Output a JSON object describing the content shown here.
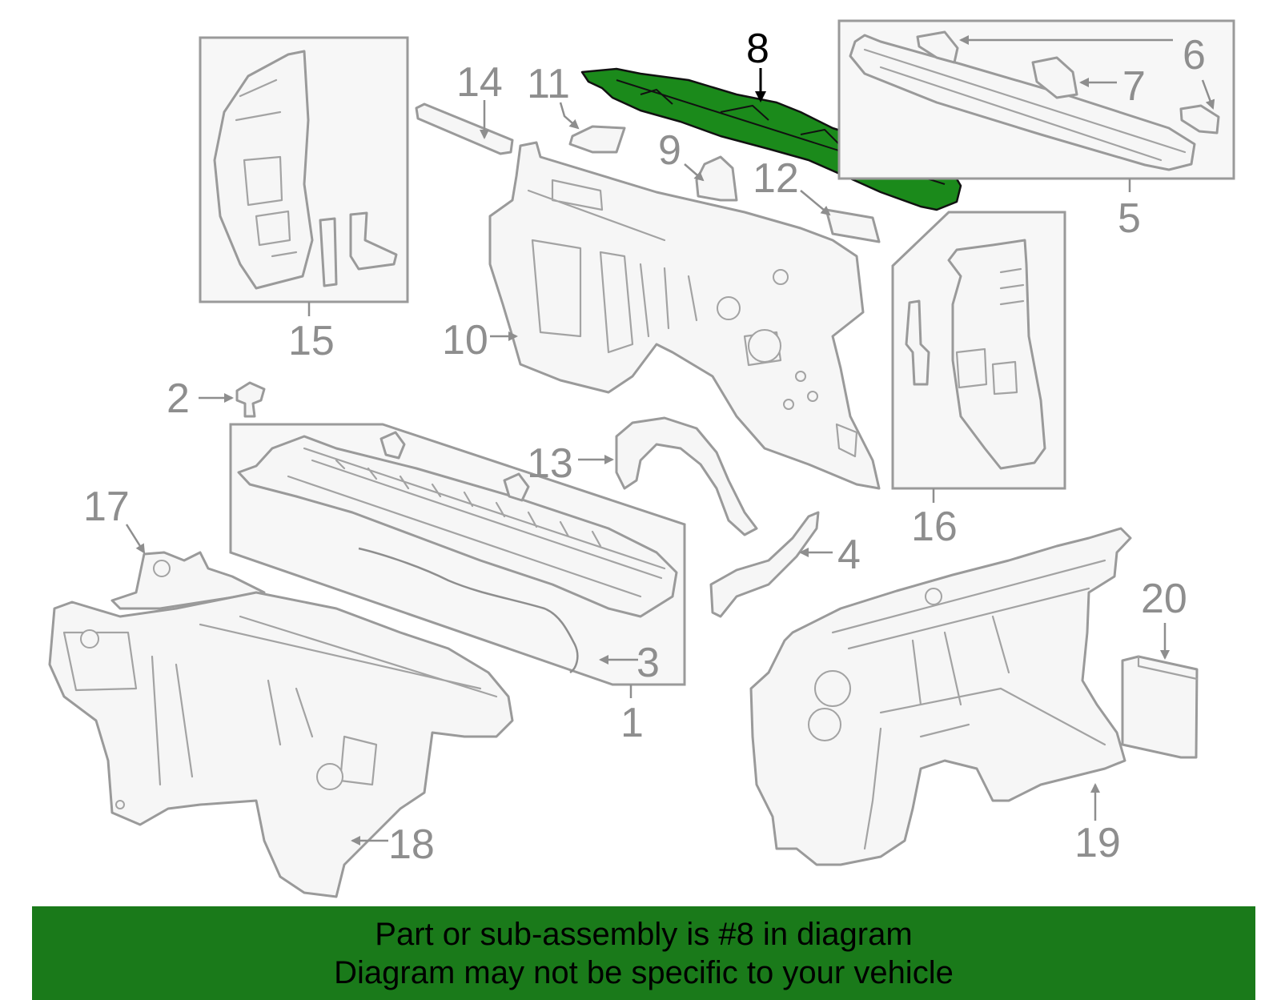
{
  "colors": {
    "highlight": "#1b8a1b",
    "banner": "#1a7a1a",
    "outline": "#9a9a9a"
  },
  "highlighted_part": "8",
  "callouts": {
    "c1": "1",
    "c2": "2",
    "c3": "3",
    "c4": "4",
    "c5": "5",
    "c6": "6",
    "c7": "7",
    "c8": "8",
    "c9": "9",
    "c10": "10",
    "c11": "11",
    "c12": "12",
    "c13": "13",
    "c14": "14",
    "c15": "15",
    "c16": "16",
    "c17": "17",
    "c18": "18",
    "c19": "19",
    "c20": "20"
  },
  "banner": {
    "line1": "Part or sub-assembly is #8 in diagram",
    "line2": "Diagram may not be specific to your vehicle"
  }
}
